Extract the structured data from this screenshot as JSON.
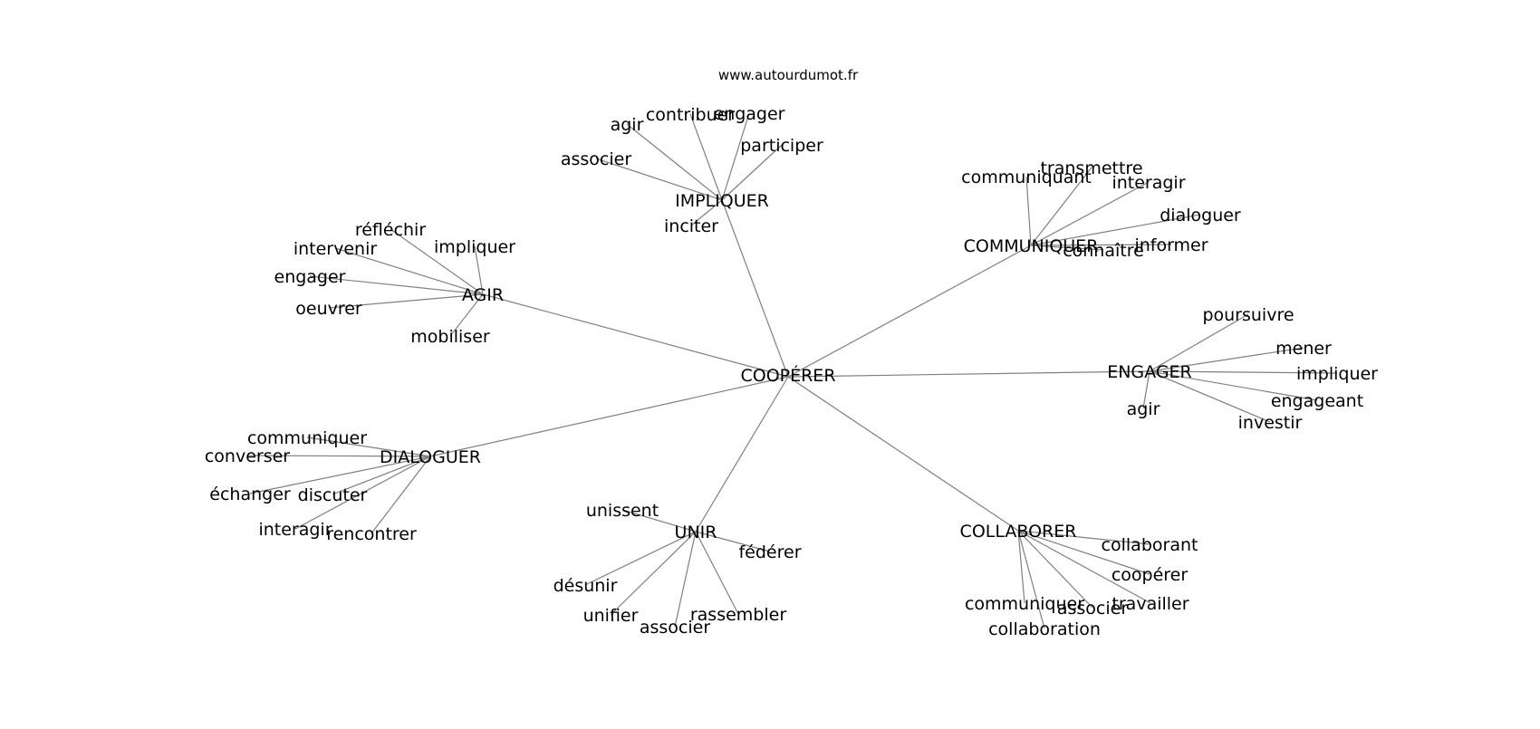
{
  "source": "www.autourdumot.fr",
  "edge_color": "#808080",
  "center": "COOPÉRER",
  "hubs": [
    {
      "id": "impliquer",
      "label": "IMPLIQUER",
      "leaves": [
        "agir",
        "contribuer",
        "engager",
        "participer",
        "associer",
        "inciter"
      ]
    },
    {
      "id": "agir",
      "label": "AGIR",
      "leaves": [
        "réfléchir",
        "intervenir",
        "impliquer",
        "engager",
        "oeuvrer",
        "mobiliser"
      ]
    },
    {
      "id": "communiquer",
      "label": "COMMUNIQUER",
      "leaves": [
        "transmettre",
        "communiquant",
        "interagir",
        "dialoguer",
        "informer",
        "connaître"
      ]
    },
    {
      "id": "engager",
      "label": "ENGAGER",
      "leaves": [
        "poursuivre",
        "mener",
        "impliquer",
        "engageant",
        "investir",
        "agir"
      ]
    },
    {
      "id": "dialoguer",
      "label": "DIALOGUER",
      "leaves": [
        "communiquer",
        "converser",
        "échanger",
        "discuter",
        "interagir",
        "rencontrer"
      ]
    },
    {
      "id": "unir",
      "label": "UNIR",
      "leaves": [
        "unissent",
        "fédérer",
        "désunir",
        "unifier",
        "associer",
        "rassembler"
      ]
    },
    {
      "id": "collaborer",
      "label": "COLLABORER",
      "leaves": [
        "collaborant",
        "coopérer",
        "travailler",
        "associer",
        "communiquer",
        "collaboration"
      ]
    }
  ]
}
